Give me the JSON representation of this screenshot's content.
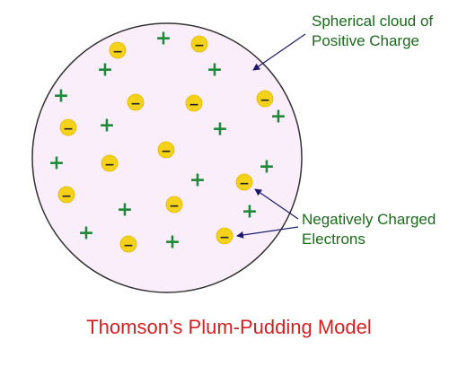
{
  "labels": {
    "cloud_line1": "Spherical cloud of",
    "cloud_line2": "Positive Charge",
    "electrons_line1": "Negatively Charged",
    "electrons_line2": "Electrons"
  },
  "title": "Thomson’s Plum-Pudding Model",
  "symbols": {
    "electron": "−",
    "proton": "+"
  },
  "colors": {
    "cloud_fill": "#fbeefb",
    "cloud_stroke": "#333333",
    "electron_fill": "#f5d21a",
    "proton_color": "#1f8a3a",
    "label_color": "#1a6b1a",
    "title_color": "#d42020",
    "arrow_color": "#1c1a6e"
  }
}
